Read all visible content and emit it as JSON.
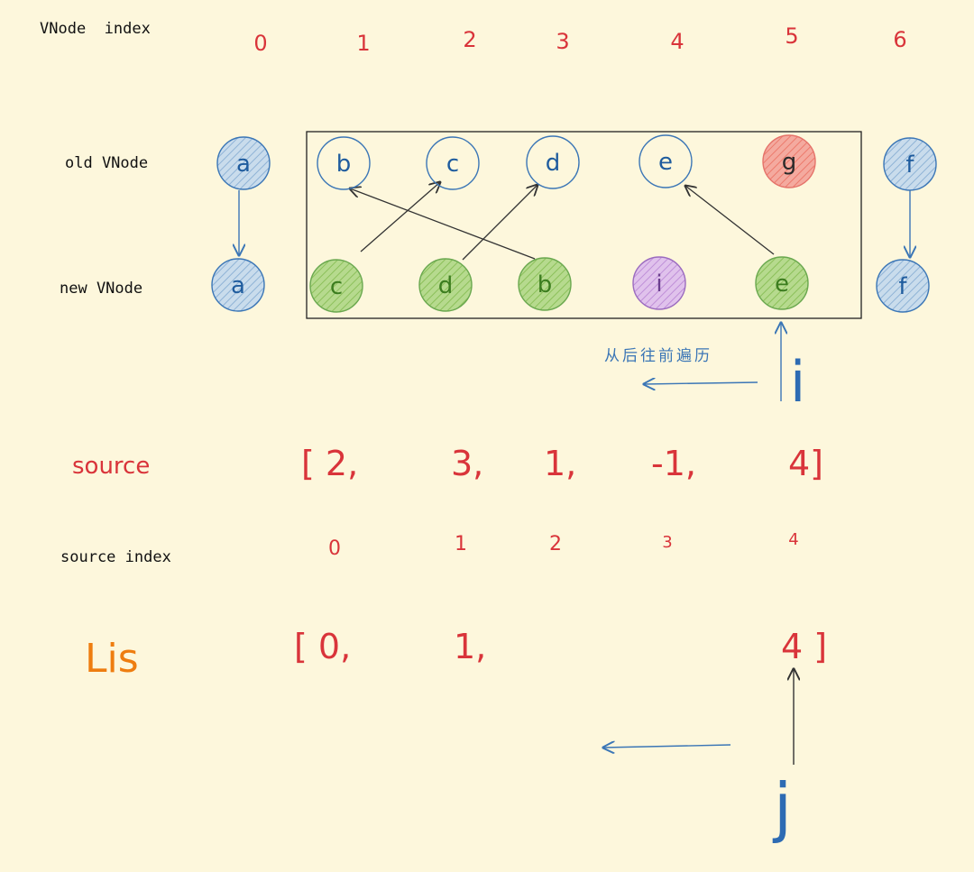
{
  "labels": {
    "vnode_index": "VNode  index",
    "old_vnode": "old VNode",
    "new_vnode": "new VNode",
    "source": "source",
    "source_index": "source index",
    "lis": "Lis",
    "traverse_note": "从后往前遍历",
    "pointer_i": "i",
    "pointer_j": "j"
  },
  "vnode_indices": [
    "0",
    "1",
    "2",
    "3",
    "4",
    "5",
    "6"
  ],
  "old_nodes": [
    {
      "label": "a",
      "style": "blue-filled"
    },
    {
      "label": "b",
      "style": "outline"
    },
    {
      "label": "c",
      "style": "outline"
    },
    {
      "label": "d",
      "style": "outline"
    },
    {
      "label": "e",
      "style": "outline"
    },
    {
      "label": "g",
      "style": "red-filled"
    },
    {
      "label": "f",
      "style": "blue-filled"
    }
  ],
  "new_nodes": [
    {
      "label": "a",
      "style": "blue-filled"
    },
    {
      "label": "c",
      "style": "green-filled"
    },
    {
      "label": "d",
      "style": "green-filled"
    },
    {
      "label": "b",
      "style": "green-filled"
    },
    {
      "label": "i",
      "style": "purple-filled"
    },
    {
      "label": "e",
      "style": "green-filled"
    },
    {
      "label": "f",
      "style": "blue-filled"
    }
  ],
  "source_tokens": [
    "[ 2,",
    "3,",
    "1,",
    "-1,",
    "4]"
  ],
  "source_indices": [
    "0",
    "1",
    "2",
    "3",
    "4"
  ],
  "lis_tokens": [
    "[ 0,",
    "1,",
    "4 ]"
  ],
  "colors": {
    "background": "#fdf7dc",
    "index_red": "#d9343a",
    "lis_orange": "#ee7d10",
    "blue": "#3b76b6",
    "blue_fill": "#bcd4e8",
    "green_fill": "#a7d27c",
    "red_fill": "#f19b8f",
    "purple_fill": "#d8b4e6"
  }
}
